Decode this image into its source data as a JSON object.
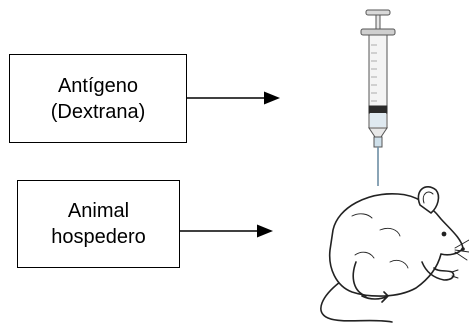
{
  "antigen_box": {
    "line1": "Antígeno",
    "line2": "(Dextrana)"
  },
  "host_box": {
    "line1": "Animal",
    "line2": "hospedero"
  },
  "icons": {
    "syringe": "syringe-icon",
    "rat": "rat-icon"
  }
}
